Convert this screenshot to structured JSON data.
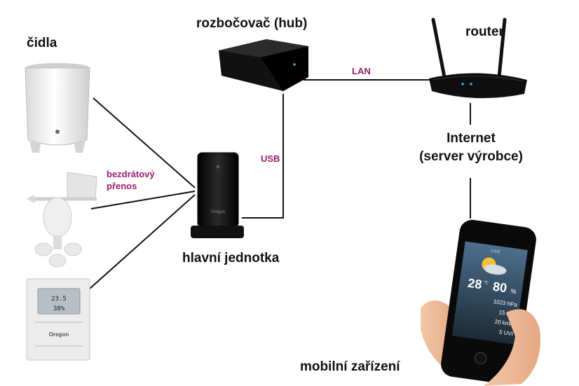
{
  "labels": {
    "sensors": "čidla",
    "hub": "rozbočovač (hub)",
    "router": "router",
    "internet_line1": "Internet",
    "internet_line2": "(server výrobce)",
    "main_unit": "hlavní jednotka",
    "mobile": "mobilní zařízení",
    "wireless_line1": "bezdrátový",
    "wireless_line2": "přenos",
    "lan": "LAN",
    "usb": "USB"
  },
  "devices": {
    "sensor_brand": "Oregon",
    "main_unit_brand": "Oregon",
    "thermo_display_top": "23.5",
    "thermo_display_bottom": "38%",
    "phone_app_title": "LIVE",
    "phone_temperature": "28",
    "phone_temperature_unit": "°C",
    "phone_humidity": "80",
    "phone_humidity_unit": "%",
    "phone_pressure": "1023 hPa",
    "phone_rain": "15 mm",
    "phone_wind": "20 km/h",
    "phone_uv": "5 UVI"
  },
  "colors": {
    "line": "#111111",
    "connection_label": "#9b1b6e"
  }
}
